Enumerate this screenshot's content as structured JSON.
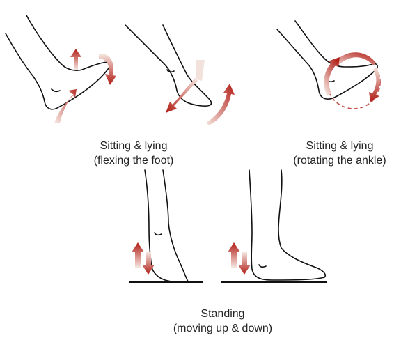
{
  "figure": {
    "colors": {
      "arrow_dark": "#b01c14",
      "arrow_light": "#f6e6e0",
      "outline": "#111111",
      "background": "#ffffff"
    },
    "panels": [
      {
        "id": "flex",
        "caption": [
          "Sitting & lying",
          "(flexing the foot)"
        ]
      },
      {
        "id": "rotate",
        "caption": [
          "Sitting & lying",
          "(rotating the ankle)"
        ]
      },
      {
        "id": "stand",
        "caption": [
          "Standing",
          "(moving up & down)"
        ]
      }
    ]
  }
}
